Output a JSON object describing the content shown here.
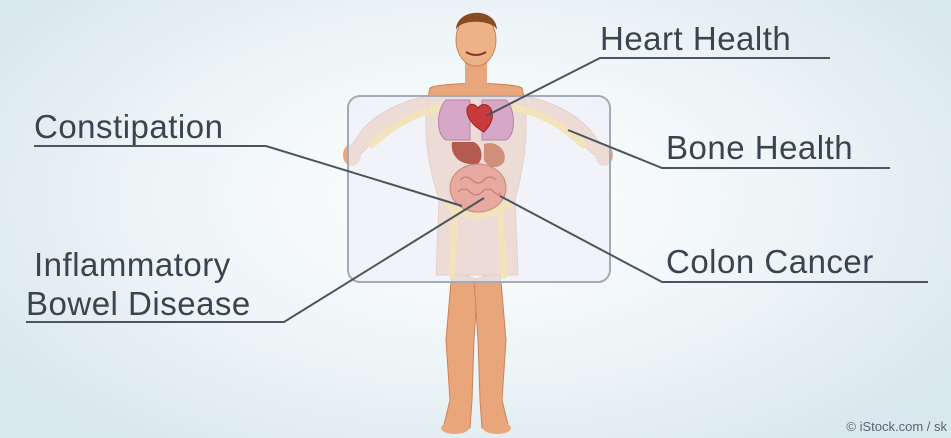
{
  "labels": {
    "heart_health": "Heart Health",
    "bone_health": "Bone Health",
    "colon_cancer": "Colon Cancer",
    "constipation": "Constipation",
    "ibd_line1": "Inflammatory",
    "ibd_line2": "Bowel Disease"
  },
  "credit": "© iStock.com / sk",
  "colors": {
    "leader_line": "#4a5560",
    "skin": "#e9a67a",
    "panel": "#eef0f8",
    "heart": "#c93a3a"
  }
}
